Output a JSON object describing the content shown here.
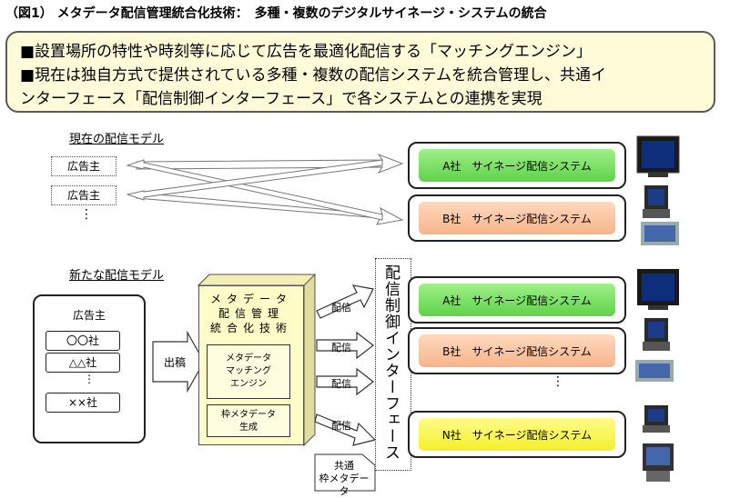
{
  "title": "（図1） メタデータ配信管理統合化技術：　多種・複数のデジタルサイネージ・システムの統合",
  "banner": {
    "line1": "■設置場所の特性や時刻等に応じて広告を最適化配信する「マッチングエンジン」",
    "line2": "■現在は独自方式で提供されている多種・複数の配信システムを統合管理し、共通イ",
    "line3": "ンターフェース「配信制御インターフェース」で各システムとの連携を実現"
  },
  "current_model": {
    "label": "現在の配信モデル",
    "advertiser_1": "広告主",
    "advertiser_2": "広告主",
    "ellipsis": "⋮",
    "system_a": "A社　サイネージ配信システム",
    "system_b": "B社　サイネージ配信システム"
  },
  "new_model": {
    "label": "新たな配信モデル",
    "advertiser_title": "広告主",
    "companies": [
      "〇〇社",
      "△△社",
      "××社"
    ],
    "ellipsis": "⋮",
    "submit_label": "出稿",
    "meta_title": "メタデータ\n配信管理\n統合化技術",
    "matching_engine": "メタデータ\nマッチング\nエンジン",
    "frame_gen": "枠メタデータ\n生成",
    "delivery_labels": [
      "配信",
      "配信",
      "配信",
      "配信"
    ],
    "interface_label": "配信制御インターフェース",
    "common_frame": "共通\n枠メタデータ",
    "system_a": "A社　サイネージ配信システム",
    "system_b": "B社　サイネージ配信システム",
    "system_n": "N社　サイネージ配信システム",
    "systems_ellipsis": "⋮"
  },
  "colors": {
    "green": "#5fd24a",
    "peach": "#f7b389",
    "yellow": "#f5ef2a",
    "banner": "#fffbd9",
    "meta": "#fffcc8"
  },
  "icons": [
    "wide-screen-monitor-icon",
    "crt-monitor-icon",
    "flat-display-icon",
    "kiosk-display-icon"
  ]
}
